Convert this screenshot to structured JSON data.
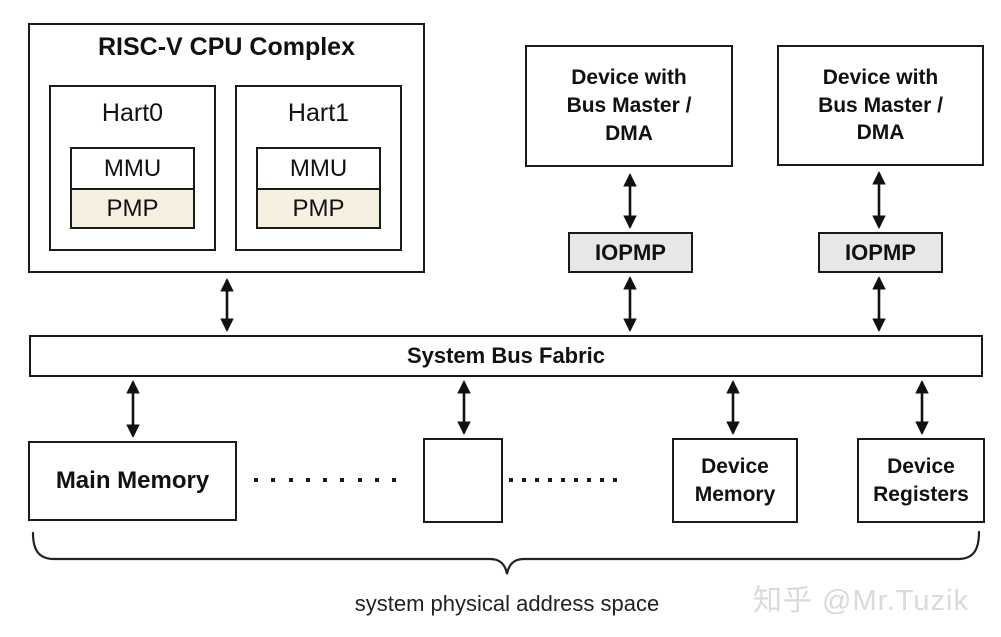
{
  "diagram": {
    "cpu_complex": {
      "title": "RISC-V CPU Complex",
      "harts": [
        {
          "label": "Hart0",
          "mmu_label": "MMU",
          "pmp_label": "PMP"
        },
        {
          "label": "Hart1",
          "mmu_label": "MMU",
          "pmp_label": "PMP"
        }
      ]
    },
    "dma_devices": [
      {
        "label": "Device with\nBus Master /\nDMA"
      },
      {
        "label": "Device with\nBus Master /\nDMA"
      }
    ],
    "iopmp_blocks": [
      {
        "label": "IOPMP"
      },
      {
        "label": "IOPMP"
      }
    ],
    "bus": {
      "label": "System Bus Fabric"
    },
    "memory_blocks": {
      "main_memory": "Main Memory",
      "device_memory": "Device\nMemory",
      "device_registers": "Device\nRegisters"
    },
    "separator_dots": {
      "row1_count": 9,
      "row2_count": 9
    },
    "caption": "system physical address space",
    "watermark": "知乎 @Mr.Tuzik",
    "colors": {
      "border": "#1a1a1a",
      "pmp_fill": "#f5f0df",
      "iopmp_fill": "#e7e7e7",
      "watermark_gray": "#dadada",
      "background": "#ffffff"
    }
  }
}
